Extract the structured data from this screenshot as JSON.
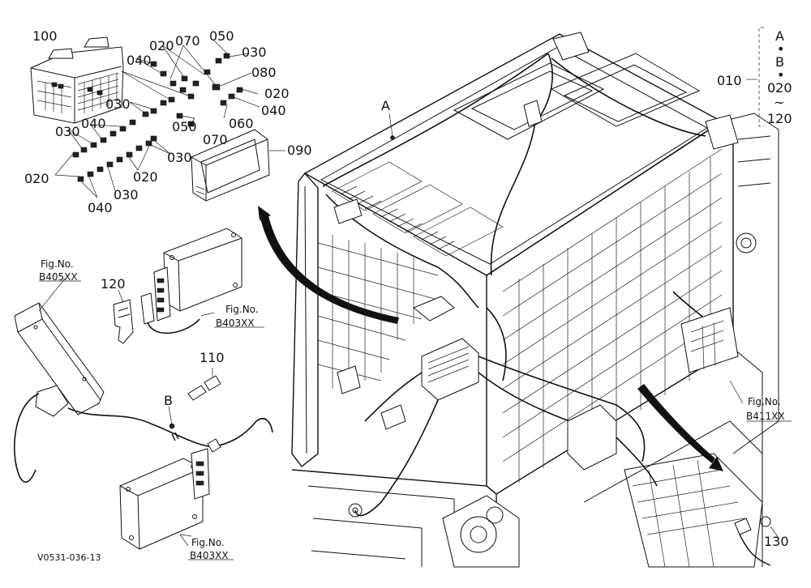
{
  "figure_code": "V0531-036-13",
  "callouts": {
    "p100": "100",
    "p020a": "020",
    "p070a": "070",
    "p050a": "050",
    "p030a": "030",
    "p040a": "040",
    "p080": "080",
    "p020b": "020",
    "p030b": "030",
    "p040b": "040",
    "p050b": "050",
    "p070b": "070",
    "p060": "060",
    "p040c": "040",
    "p030c": "030",
    "p090": "090",
    "p030d": "030",
    "p020c": "020",
    "p020d": "020",
    "p040d": "040",
    "p030e": "030",
    "p120": "120",
    "p110": "110",
    "p130": "130",
    "p010": "010"
  },
  "range_label": {
    "a": "A",
    "dot1": "•",
    "b": "B",
    "dot2": "•",
    "c": "020",
    "tilde": "~",
    "d": "120"
  },
  "markers": {
    "a": "A",
    "b": "B"
  },
  "fig_refs": {
    "r1_title": "Fig.No.",
    "r1_code": "B405XX",
    "r2_title": "Fig.No.",
    "r2_code": "B403XX",
    "r3_title": "Fig.No.",
    "r3_code": "B403XX",
    "r4_title": "Fig.No.",
    "r4_code": "B411XX"
  }
}
